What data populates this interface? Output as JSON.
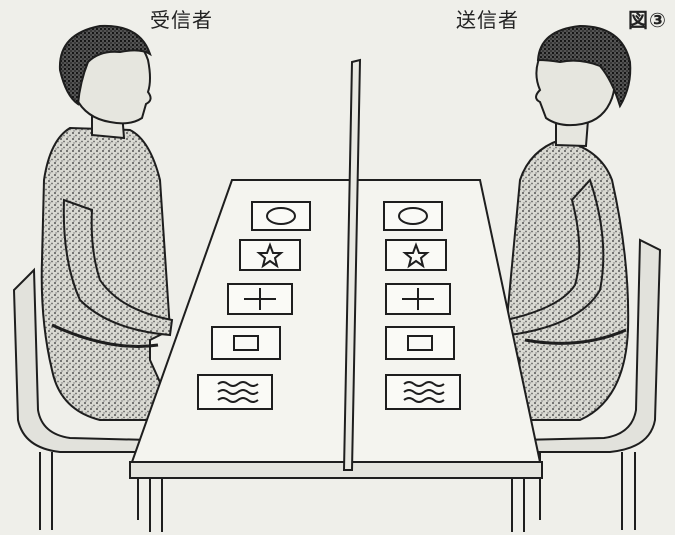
{
  "labels": {
    "receiver": "受信者",
    "sender": "送信者",
    "figure": "図③"
  },
  "cards": {
    "left": [
      "circle",
      "star",
      "cross",
      "square",
      "waves"
    ],
    "right": [
      "circle",
      "star",
      "cross",
      "square",
      "waves"
    ]
  },
  "colors": {
    "ink": "#1e1e1e",
    "paper": "#efefea",
    "shade": "#4a4a4a"
  }
}
